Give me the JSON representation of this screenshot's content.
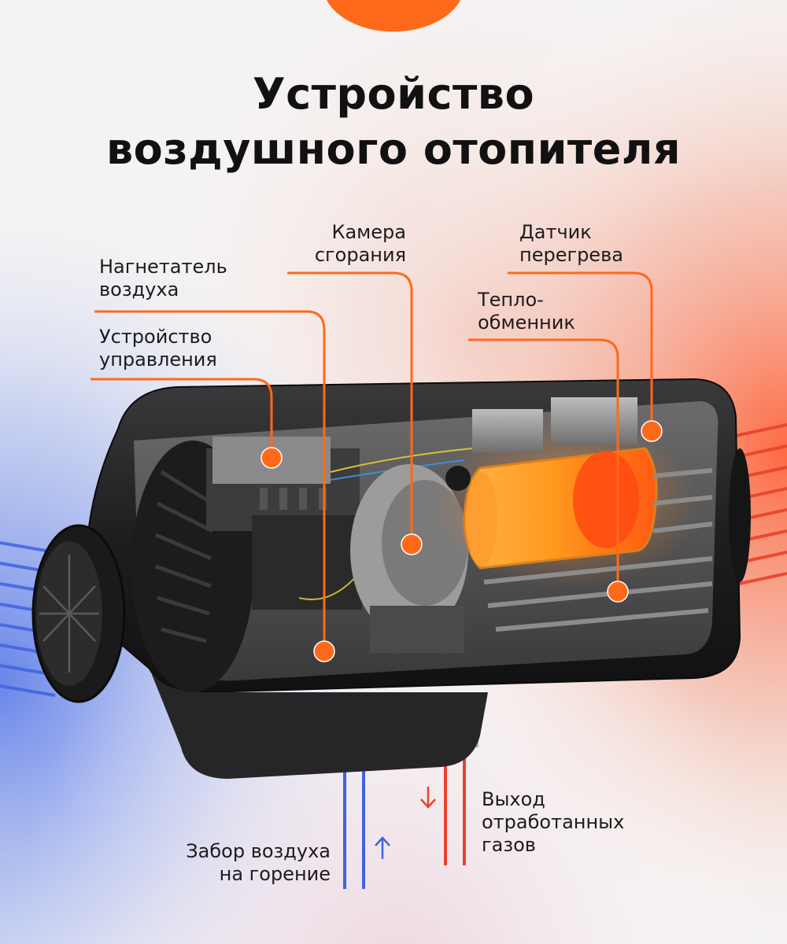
{
  "title": {
    "line1": "Устройство",
    "line2": "воздушного отопителя"
  },
  "labels": {
    "blower": {
      "line1": "Нагнетатель",
      "line2": "воздуха"
    },
    "control": {
      "line1": "Устройство",
      "line2": "управления"
    },
    "chamber": {
      "line1": "Камера",
      "line2": "сгорания"
    },
    "sensor": {
      "line1": "Датчик",
      "line2": "перегрева"
    },
    "exchanger": {
      "line1": "Тепло-",
      "line2": "обменник"
    },
    "intake": {
      "line1": "Забор воздуха",
      "line2": "на горение"
    },
    "exhaust": {
      "line1": "Выход",
      "line2": "отработанных",
      "line3": "газов"
    }
  },
  "colors": {
    "accent": "#ff6a1a",
    "cold": "#3f63e0",
    "hot": "#e8432a",
    "body": "#1d1d1f"
  }
}
